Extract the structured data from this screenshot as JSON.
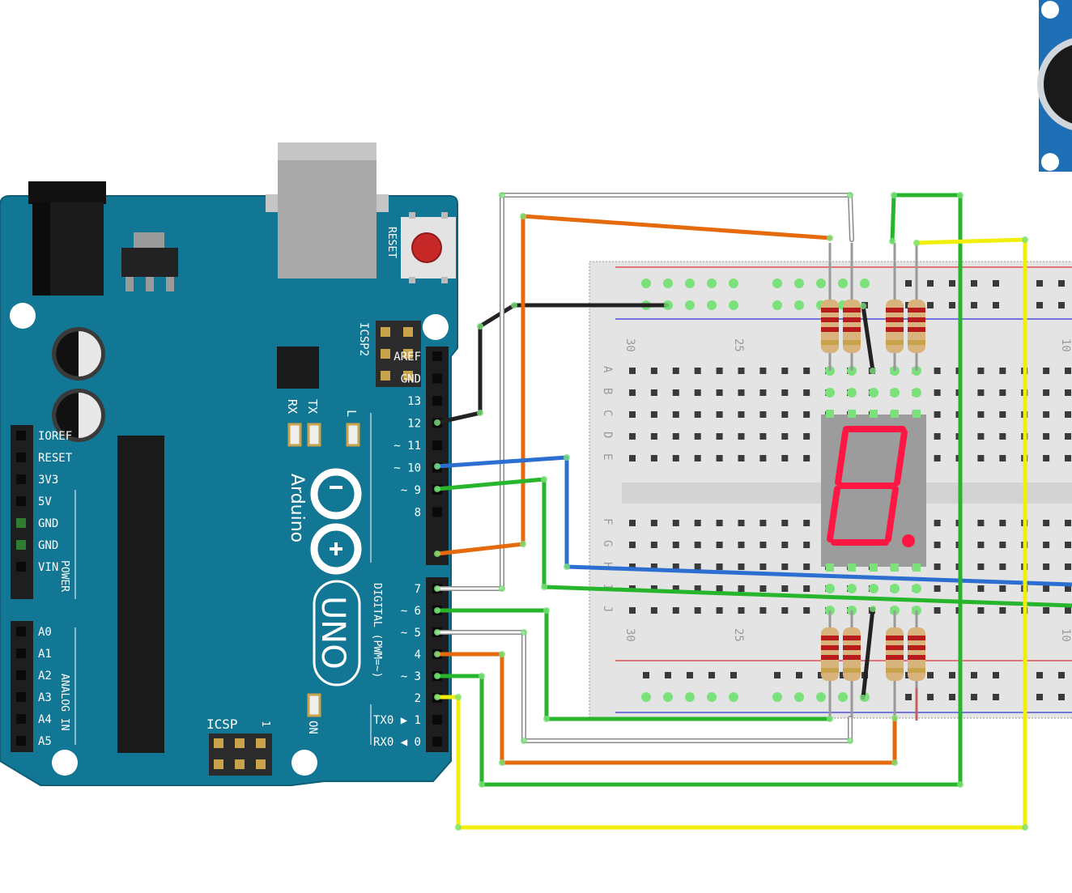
{
  "board": {
    "usb_label": "",
    "reset_label": "RESET",
    "icsp2_label": "ICSP2",
    "icsp_label": "ICSP",
    "icsp_one": "1",
    "rx_label": "RX",
    "tx_label": "TX",
    "l_label": "L",
    "on_label": "ON",
    "brand": "Arduino",
    "model": "UNO",
    "power_label": "POWER",
    "analog_label": "ANALOG IN",
    "digital_label": "DIGITAL (PWM=~)",
    "power_pins": [
      "IOREF",
      "RESET",
      "3V3",
      "5V",
      "GND",
      "GND",
      "VIN"
    ],
    "analog_pins": [
      "A0",
      "A1",
      "A2",
      "A3",
      "A4",
      "A5"
    ],
    "digital_top": [
      "AREF",
      "GND",
      "13",
      "12",
      "~ 11",
      "~ 10",
      "~ 9",
      "8"
    ],
    "digital_bottom": [
      "7",
      "~ 6",
      "~ 5",
      "4",
      "~ 3",
      "2",
      "TX0 ▶ 1",
      "RX0 ◀ 0"
    ]
  },
  "breadboard": {
    "col_labels": [
      "30",
      "25",
      "10"
    ],
    "row_labels_top": [
      "A",
      "B",
      "C",
      "D",
      "E"
    ],
    "row_labels_bottom": [
      "F",
      "G",
      "H",
      "I",
      "J"
    ]
  },
  "display": {
    "digit": "8",
    "color": "#ff1744"
  },
  "colors": {
    "board": "#127795",
    "wire_black": "#222222",
    "wire_orange": "#e46a0c",
    "wire_blue": "#2c6fd0",
    "wire_green": "#27b52b",
    "wire_white": "#d0d0d0",
    "wire_yellow": "#f0ee0a"
  }
}
